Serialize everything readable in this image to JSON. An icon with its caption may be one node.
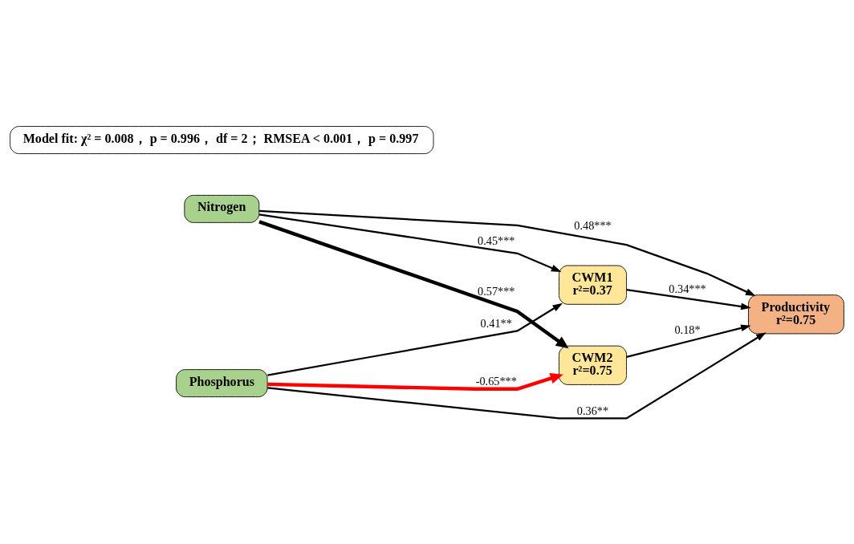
{
  "diagram": {
    "nodes": [
      {
        "text": [
          "Nitrogen"
        ]
      },
      {
        "text": [
          "Phosphorus"
        ]
      },
      {
        "text": [
          "CWM1",
          "r²=0.37"
        ]
      },
      {
        "text": [
          "CWM2",
          "r²=0.75"
        ]
      },
      {
        "text": [
          "Productivity",
          "r²=0.75"
        ]
      },
      {
        "text": [
          "Model fit: χ² = 0.008， p = 0.996， df = 2； RMSEA < 0.001， p = 0.997"
        ]
      }
    ],
    "edges": [
      {
        "from": 0,
        "to": 4,
        "arrow": "to",
        "label": "0.48***"
      },
      {
        "from": 0,
        "to": 2,
        "arrow": "to",
        "label": "0.45***"
      },
      {
        "from": 0,
        "to": 3,
        "arrow": "to",
        "label": "0.57***",
        "style": "thick"
      },
      {
        "from": 1,
        "to": 2,
        "arrow": "to",
        "label": "0.41**"
      },
      {
        "from": 1,
        "to": 3,
        "arrow": "to",
        "label": "-0.65***",
        "style": "thick",
        "color": "#ff0000"
      },
      {
        "from": 2,
        "to": 4,
        "arrow": "to",
        "label": "0.34***"
      },
      {
        "from": 3,
        "to": 4,
        "arrow": "to",
        "label": "0.18*"
      },
      {
        "from": 1,
        "to": 4,
        "arrow": "to",
        "label": "0.36**"
      }
    ]
  }
}
